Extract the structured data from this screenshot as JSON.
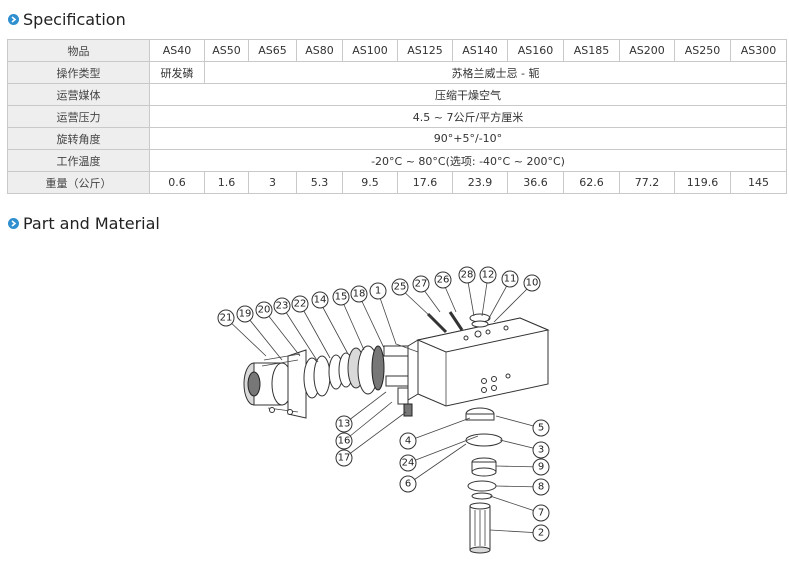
{
  "sections": {
    "specification": "Specification",
    "part_and_material": "Part and Material"
  },
  "spec_table": {
    "row_labels": [
      "物品",
      "操作类型",
      "运营媒体",
      "运营压力",
      "旋转角度",
      "工作温度",
      "重量（公斤）"
    ],
    "models": [
      "AS40",
      "AS50",
      "AS65",
      "AS80",
      "AS100",
      "AS125",
      "AS140",
      "AS160",
      "AS185",
      "AS200",
      "AS250",
      "AS300"
    ],
    "operation_type_first": "研发磷",
    "operation_type_rest": "苏格兰威士忌 - 轭",
    "medium": "压缩干燥空气",
    "pressure": "4.5 ~ 7公斤/平方厘米",
    "rotation": "90°+5°/-10°",
    "temperature": "-20°C ~ 80°C(选项: -40°C ~ 200°C)",
    "weights": [
      "0.6",
      "1.6",
      "3",
      "5.3",
      "9.5",
      "17.6",
      "23.9",
      "36.6",
      "62.6",
      "77.2",
      "119.6",
      "145"
    ]
  },
  "callouts": [
    "21",
    "19",
    "20",
    "23",
    "22",
    "14",
    "15",
    "18",
    "1",
    "25",
    "27",
    "26",
    "28",
    "12",
    "11",
    "10",
    "13",
    "16",
    "17",
    "4",
    "24",
    "6",
    "5",
    "3",
    "9",
    "8",
    "7",
    "2"
  ],
  "colors": {
    "bullet": "#2f8fcf",
    "label_bg": "#eeeeee",
    "border": "#c9c9c9"
  }
}
